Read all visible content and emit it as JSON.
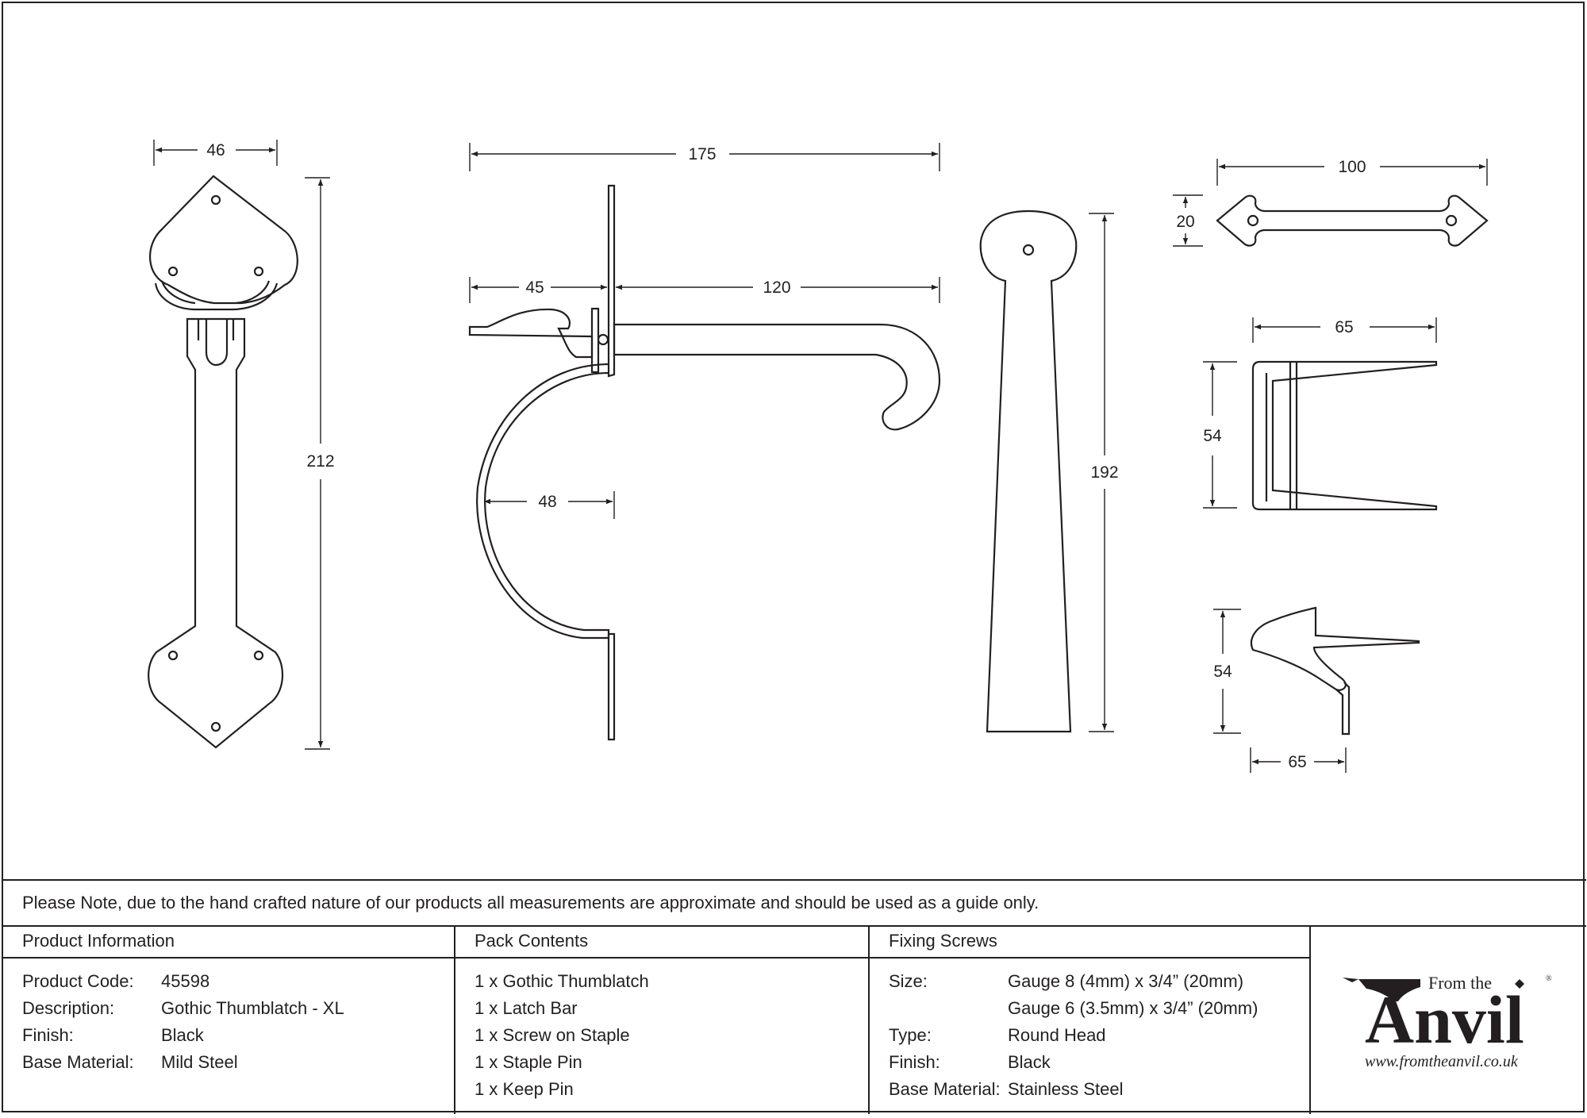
{
  "dimensions": {
    "handle_width": "46",
    "handle_height": "212",
    "latch_overall": "175",
    "latch_left": "45",
    "latch_right": "120",
    "latch_grip": "48",
    "keep_height": "192",
    "staple_width": "100",
    "staple_height": "20",
    "keeper_width": "65",
    "keeper_height": "54",
    "pin_height": "54",
    "pin_width": "65"
  },
  "note": "Please Note, due to the hand crafted nature of our products all measurements are approximate and should be used as a guide only.",
  "product_info": {
    "heading": "Product Information",
    "rows": [
      {
        "label": "Product Code:",
        "value": "45598"
      },
      {
        "label": "Description:",
        "value": "Gothic Thumblatch - XL"
      },
      {
        "label": "Finish:",
        "value": "Black"
      },
      {
        "label": "Base Material:",
        "value": "Mild Steel"
      }
    ]
  },
  "pack_contents": {
    "heading": "Pack Contents",
    "items": [
      "1 x Gothic Thumblatch",
      "1 x Latch Bar",
      "1 x Screw on Staple",
      "1 x Staple Pin",
      "1 x Keep Pin"
    ]
  },
  "fixing_screws": {
    "heading": "Fixing Screws",
    "rows": [
      {
        "label": "Size:",
        "value": "Gauge 8 (4mm) x 3/4” (20mm)"
      },
      {
        "label": "",
        "value": "Gauge 6 (3.5mm) x 3/4” (20mm)"
      },
      {
        "label": "Type:",
        "value": "Round Head"
      },
      {
        "label": "Finish:",
        "value": "Black"
      },
      {
        "label": "Base Material:",
        "value": "Stainless Steel"
      }
    ]
  },
  "logo": {
    "from_the": "From the",
    "brand": "Anvil",
    "registered": "®",
    "url": "www.fromtheanvil.co.uk"
  },
  "colors": {
    "line": "#231f20",
    "background": "#ffffff"
  }
}
